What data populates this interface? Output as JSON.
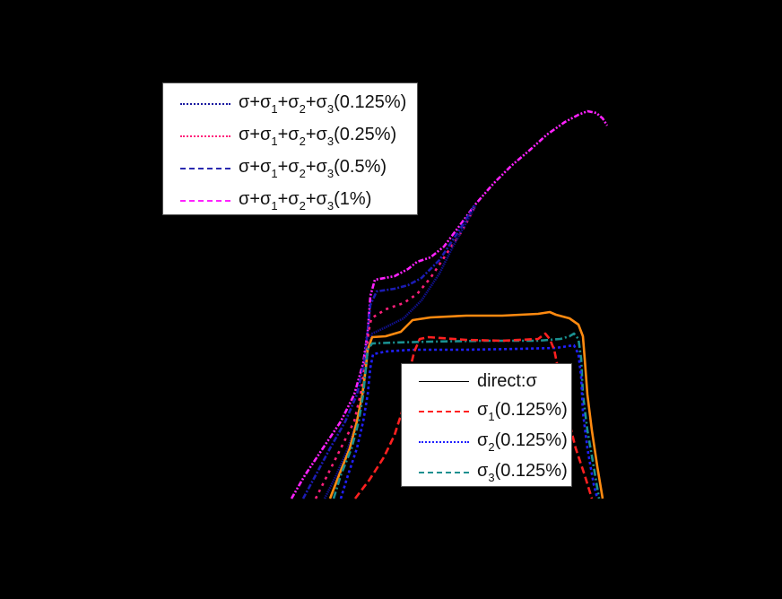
{
  "chart_data": {
    "type": "line",
    "title": "",
    "xlabel": "",
    "ylabel": "",
    "grid": false,
    "background": "#000000",
    "legends": [
      {
        "position": "upper-left",
        "entries": [
          {
            "label": "σ+σ1+σ2+σ3(0.125%)",
            "base": "σ+σ",
            "parts": [
              "1",
              "2",
              "3"
            ],
            "suffix": "(0.125%)",
            "color": "#1a1aa0",
            "style": "densely-dotted"
          },
          {
            "label": "σ+σ1+σ2+σ3(0.25%)",
            "base": "σ+σ",
            "parts": [
              "1",
              "2",
              "3"
            ],
            "suffix": "(0.25%)",
            "color": "#ff1f7a",
            "style": "dotted"
          },
          {
            "label": "σ+σ1+σ2+σ3(0.5%)",
            "base": "σ+σ",
            "parts": [
              "1",
              "2",
              "3"
            ],
            "suffix": "(0.5%)",
            "color": "#2a2ab0",
            "style": "dash-dot"
          },
          {
            "label": "σ+σ1+σ2+σ3(1%)",
            "base": "σ+σ",
            "parts": [
              "1",
              "2",
              "3"
            ],
            "suffix": "(1%)",
            "color": "#ff22ff",
            "style": "dash-dot-dot"
          }
        ]
      },
      {
        "position": "lower-right",
        "entries": [
          {
            "label": "direct:σ",
            "text": "direct:σ",
            "color": "#000000",
            "style": "solid"
          },
          {
            "label": "σ1(0.125%)",
            "base": "σ",
            "sub": "1",
            "suffix": "(0.125%)",
            "color": "#ff2020",
            "style": "dashed"
          },
          {
            "label": "σ2(0.125%)",
            "base": "σ",
            "sub": "2",
            "suffix": "(0.125%)",
            "color": "#2020ff",
            "style": "dotted"
          },
          {
            "label": "σ3(0.125%)",
            "base": "σ",
            "sub": "3",
            "suffix": "(0.125%)",
            "color": "#1a9090",
            "style": "dash-dot"
          }
        ]
      }
    ],
    "series": [
      {
        "name": "σ+σ1+σ2+σ3(1%)",
        "color": "#ff22ff",
        "dash": "6 2 2 2 2 2",
        "points": [
          [
            325,
            556
          ],
          [
            340,
            530
          ],
          [
            360,
            500
          ],
          [
            380,
            470
          ],
          [
            395,
            440
          ],
          [
            405,
            405
          ],
          [
            410,
            370
          ],
          [
            413,
            330
          ],
          [
            418,
            312
          ],
          [
            440,
            308
          ],
          [
            455,
            300
          ],
          [
            465,
            292
          ],
          [
            480,
            287
          ],
          [
            495,
            275
          ],
          [
            510,
            255
          ],
          [
            530,
            228
          ],
          [
            550,
            205
          ],
          [
            570,
            185
          ],
          [
            590,
            168
          ],
          [
            610,
            150
          ],
          [
            630,
            136
          ],
          [
            645,
            128
          ],
          [
            655,
            124
          ],
          [
            665,
            126
          ],
          [
            672,
            132
          ],
          [
            677,
            140
          ]
        ]
      },
      {
        "name": "σ+σ1+σ2+σ3(0.5%)",
        "color": "#1c1cb4",
        "dash": "6 2 2 2",
        "points": [
          [
            338,
            556
          ],
          [
            352,
            530
          ],
          [
            368,
            500
          ],
          [
            385,
            470
          ],
          [
            398,
            440
          ],
          [
            406,
            405
          ],
          [
            410,
            370
          ],
          [
            413,
            340
          ],
          [
            420,
            325
          ],
          [
            440,
            322
          ],
          [
            455,
            318
          ],
          [
            470,
            310
          ],
          [
            490,
            290
          ],
          [
            510,
            260
          ],
          [
            530,
            228
          ]
        ]
      },
      {
        "name": "σ+σ1+σ2+σ3(0.25%)",
        "color": "#ff1f7a",
        "dash": "3 5",
        "points": [
          [
            352,
            556
          ],
          [
            365,
            530
          ],
          [
            380,
            500
          ],
          [
            395,
            470
          ],
          [
            402,
            440
          ],
          [
            408,
            400
          ],
          [
            411,
            370
          ],
          [
            414,
            355
          ],
          [
            430,
            345
          ],
          [
            450,
            338
          ],
          [
            465,
            328
          ],
          [
            480,
            310
          ],
          [
            500,
            280
          ],
          [
            515,
            258
          ],
          [
            530,
            230
          ]
        ]
      },
      {
        "name": "σ+σ1+σ2+σ3(0.125%)",
        "color": "#10108c",
        "dash": "1.5 1",
        "points": [
          [
            362,
            556
          ],
          [
            375,
            530
          ],
          [
            388,
            500
          ],
          [
            398,
            470
          ],
          [
            405,
            440
          ],
          [
            408,
            410
          ],
          [
            411,
            385
          ],
          [
            415,
            372
          ],
          [
            430,
            365
          ],
          [
            450,
            355
          ],
          [
            470,
            335
          ],
          [
            490,
            305
          ],
          [
            505,
            275
          ],
          [
            520,
            248
          ],
          [
            530,
            230
          ]
        ]
      },
      {
        "name": "direct:σ",
        "color": "#ff8a10",
        "dash": "",
        "points": [
          [
            368,
            556
          ],
          [
            378,
            530
          ],
          [
            390,
            500
          ],
          [
            398,
            470
          ],
          [
            404,
            440
          ],
          [
            408,
            410
          ],
          [
            410,
            390
          ],
          [
            415,
            376
          ],
          [
            430,
            375
          ],
          [
            447,
            370
          ],
          [
            460,
            357
          ],
          [
            480,
            354
          ],
          [
            520,
            352
          ],
          [
            560,
            352
          ],
          [
            600,
            350
          ],
          [
            613,
            348
          ],
          [
            620,
            351
          ],
          [
            635,
            355
          ],
          [
            645,
            362
          ],
          [
            650,
            375
          ],
          [
            652,
            400
          ],
          [
            655,
            440
          ],
          [
            660,
            480
          ],
          [
            666,
            520
          ],
          [
            672,
            556
          ]
        ]
      },
      {
        "name": "σ3(0.125%)",
        "color": "#1a9090",
        "dash": "8 3 2 3",
        "points": [
          [
            372,
            556
          ],
          [
            380,
            530
          ],
          [
            392,
            500
          ],
          [
            400,
            470
          ],
          [
            405,
            440
          ],
          [
            408,
            410
          ],
          [
            410,
            390
          ],
          [
            415,
            383
          ],
          [
            440,
            382
          ],
          [
            480,
            381
          ],
          [
            540,
            380
          ],
          [
            600,
            380
          ],
          [
            625,
            378
          ],
          [
            635,
            375
          ],
          [
            640,
            372
          ],
          [
            645,
            378
          ],
          [
            648,
            400
          ],
          [
            650,
            440
          ],
          [
            655,
            480
          ],
          [
            662,
            520
          ],
          [
            668,
            556
          ]
        ]
      },
      {
        "name": "σ2(0.125%)",
        "color": "#2020ff",
        "dash": "3 3",
        "points": [
          [
            380,
            556
          ],
          [
            388,
            530
          ],
          [
            398,
            500
          ],
          [
            405,
            470
          ],
          [
            410,
            440
          ],
          [
            413,
            410
          ],
          [
            416,
            395
          ],
          [
            430,
            392
          ],
          [
            460,
            390
          ],
          [
            520,
            390
          ],
          [
            580,
            389
          ],
          [
            620,
            388
          ],
          [
            640,
            385
          ],
          [
            645,
            395
          ],
          [
            648,
            420
          ],
          [
            650,
            460
          ],
          [
            655,
            500
          ],
          [
            662,
            540
          ],
          [
            666,
            556
          ]
        ]
      },
      {
        "name": "σ1(0.125%)",
        "color": "#ff2020",
        "dash": "8 4",
        "points": [
          [
            396,
            556
          ],
          [
            412,
            535
          ],
          [
            428,
            510
          ],
          [
            440,
            485
          ],
          [
            448,
            460
          ],
          [
            455,
            420
          ],
          [
            462,
            392
          ],
          [
            468,
            378
          ],
          [
            478,
            376
          ],
          [
            520,
            379
          ],
          [
            560,
            380
          ],
          [
            600,
            378
          ],
          [
            608,
            372
          ],
          [
            613,
            378
          ],
          [
            618,
            390
          ],
          [
            624,
            420
          ],
          [
            632,
            460
          ],
          [
            642,
            500
          ],
          [
            652,
            530
          ],
          [
            660,
            556
          ]
        ]
      }
    ]
  }
}
